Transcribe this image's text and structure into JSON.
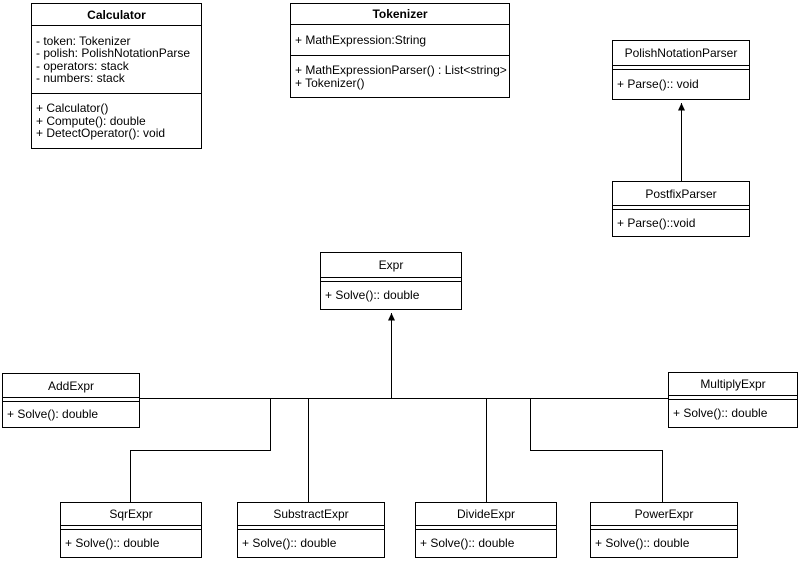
{
  "colors": {
    "stroke": "#000000",
    "box_fill": "#ffffff",
    "background": "#ffffff",
    "text": "#000000"
  },
  "classes": {
    "calculator": {
      "name": "Calculator",
      "attributes": [
        "- token: Tokenizer",
        "- polish: PolishNotationParse",
        "- operators: stack",
        "- numbers: stack"
      ],
      "methods": [
        "+ Calculator()",
        "+ Compute(): double",
        "+ DetectOperator(): void"
      ]
    },
    "tokenizer": {
      "name": "Tokenizer",
      "attributes": [
        "+ MathExpression:String"
      ],
      "methods": [
        "+ MathExpressionParser() : List<string>",
        "+ Tokenizer()"
      ]
    },
    "polishNotationParser": {
      "name": "PolishNotationParser",
      "attributes": [],
      "methods": [
        "+ Parse():: void"
      ]
    },
    "postfixParser": {
      "name": "PostfixParser",
      "attributes": [],
      "methods": [
        "+ Parse()::void"
      ]
    },
    "expr": {
      "name": "Expr",
      "attributes": [],
      "methods": [
        "+ Solve():: double"
      ]
    },
    "addExpr": {
      "name": "AddExpr",
      "attributes": [],
      "methods": [
        "+ Solve(): double"
      ]
    },
    "multiplyExpr": {
      "name": "MultiplyExpr",
      "attributes": [],
      "methods": [
        "+ Solve():: double"
      ]
    },
    "sqrExpr": {
      "name": "SqrExpr",
      "attributes": [],
      "methods": [
        "+ Solve():: double"
      ]
    },
    "substractExpr": {
      "name": "SubstractExpr",
      "attributes": [],
      "methods": [
        "+ Solve():: double"
      ]
    },
    "divideExpr": {
      "name": "DivideExpr",
      "attributes": [],
      "methods": [
        "+ Solve():: double"
      ]
    },
    "powerExpr": {
      "name": "PowerExpr",
      "attributes": [],
      "methods": [
        "+ Solve():: double"
      ]
    }
  },
  "relations": [
    {
      "from": "PostfixParser",
      "to": "PolishNotationParser",
      "type": "solid-arrow"
    },
    {
      "from": "AddExpr",
      "to": "Expr",
      "type": "solid-arrow"
    },
    {
      "from": "MultiplyExpr",
      "to": "Expr",
      "type": "solid-arrow"
    },
    {
      "from": "SqrExpr",
      "to": "Expr",
      "type": "solid-arrow"
    },
    {
      "from": "SubstractExpr",
      "to": "Expr",
      "type": "solid-arrow"
    },
    {
      "from": "DivideExpr",
      "to": "Expr",
      "type": "solid-arrow"
    },
    {
      "from": "PowerExpr",
      "to": "Expr",
      "type": "solid-arrow"
    }
  ]
}
